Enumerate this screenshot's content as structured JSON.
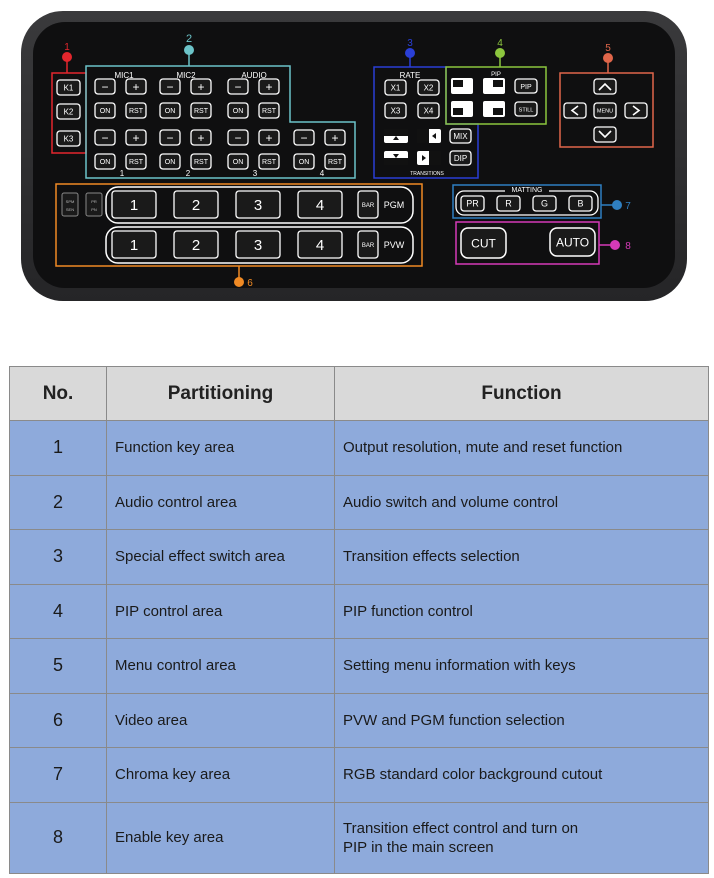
{
  "panel": {
    "zone_numbers": [
      "1",
      "2",
      "3",
      "4",
      "5",
      "6",
      "7",
      "8"
    ],
    "mic1": "MIC1",
    "mic2": "MIC2",
    "audio": "AUDIO",
    "minus": "−",
    "plus": "+",
    "on": "ON",
    "rst": "RST",
    "channel_numbers": [
      "1",
      "2",
      "3",
      "4"
    ],
    "k_keys": [
      "K1",
      "K2",
      "K3"
    ],
    "rate": "RATE",
    "rate_keys": [
      "X1",
      "X2",
      "X3",
      "X4"
    ],
    "transitions": "TRANSITIONS",
    "mix": "MIX",
    "dip": "DIP",
    "pip": "PIP",
    "pip_key": "PIP",
    "still": "STILL",
    "menu": "MENU",
    "side_left": [
      "SPM",
      "SEN"
    ],
    "side_right": [
      "PR",
      "PN"
    ],
    "pgm": "PGM",
    "pvw": "PVW",
    "bar": "BAR",
    "video_keys": [
      "1",
      "2",
      "3",
      "4"
    ],
    "matting": "MATTING",
    "matting_keys": [
      "PR",
      "R",
      "G",
      "B"
    ],
    "cut": "CUT",
    "auto": "AUTO",
    "colors": {
      "z1": "#e3262d",
      "z2": "#6cc4c9",
      "z3": "#2a3fd6",
      "z4": "#8cc63e",
      "z5": "#e0664a",
      "z6": "#f08a24",
      "z7": "#2f7fc1",
      "z8": "#d63ab8"
    }
  },
  "table": {
    "headers": [
      "No.",
      "Partitioning",
      "Function"
    ],
    "rows": [
      {
        "no": "1",
        "part": "Function key area",
        "func": "Output resolution, mute and reset function"
      },
      {
        "no": "2",
        "part": "Audio control area",
        "func": "Audio switch and volume control"
      },
      {
        "no": "3",
        "part": "Special effect switch area",
        "func": "Transition effects selection"
      },
      {
        "no": "4",
        "part": "PIP control area",
        "func": "PIP function control"
      },
      {
        "no": "5",
        "part": "Menu control area",
        "func": "Setting menu information with keys"
      },
      {
        "no": "6",
        "part": "Video area",
        "func": "PVW and PGM function selection"
      },
      {
        "no": "7",
        "part": "Chroma key area",
        "func": "RGB standard color background cutout"
      },
      {
        "no": "8",
        "part": "Enable key area",
        "func": "Transition effect control and turn on",
        "func2": "PIP in the main screen"
      }
    ]
  }
}
